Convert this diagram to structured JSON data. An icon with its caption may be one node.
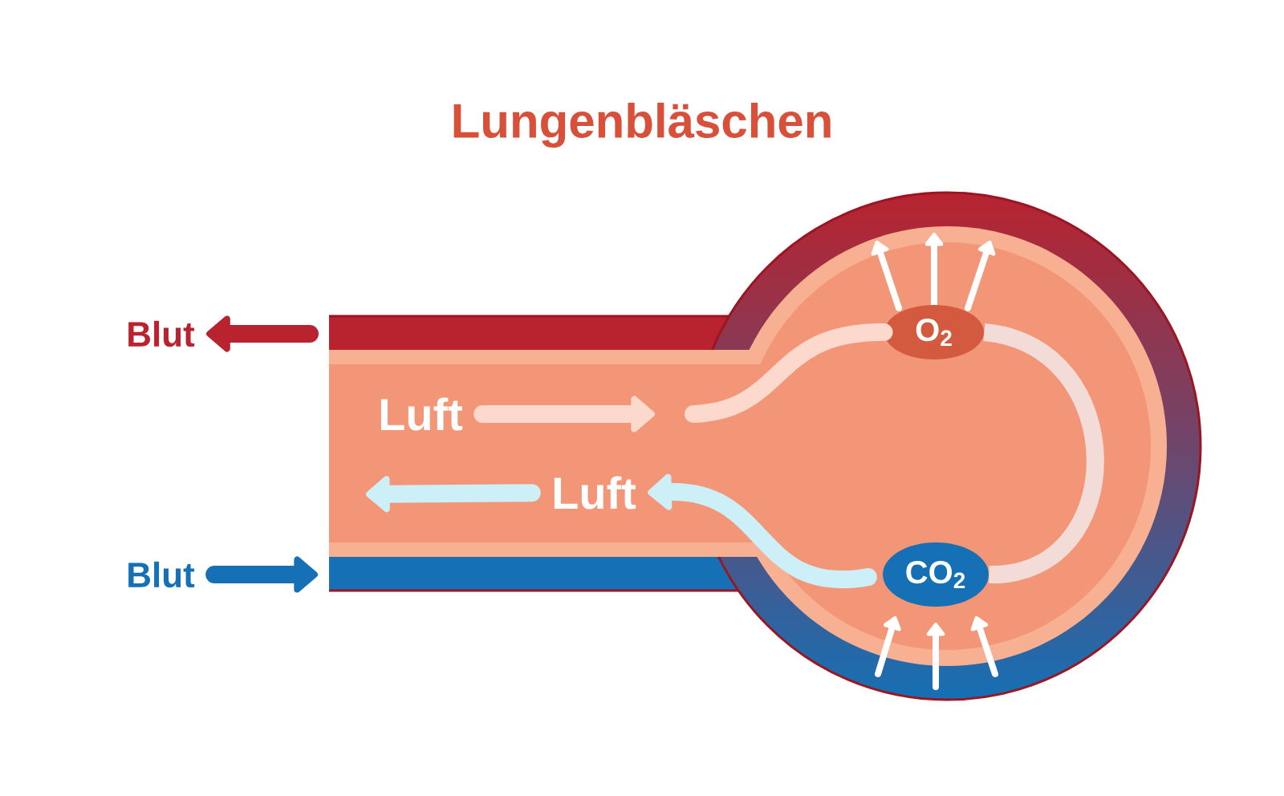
{
  "diagram": {
    "title": "Lungenbläschen",
    "nodes": [
      {
        "text": [
          "Blut"
        ]
      },
      {
        "text": [
          "Blut"
        ]
      },
      {
        "text": [
          "Luft"
        ]
      },
      {
        "text": [
          "Luft"
        ]
      },
      {
        "text": [
          "O$_{2}$"
        ]
      },
      {
        "text": [
          "CO$_{2}$"
        ]
      }
    ],
    "edges": [
      {
        "from": null,
        "to": 0,
        "arrow": "to",
        "color": "#b8232f"
      },
      {
        "from": 1,
        "to": null,
        "arrow": "to",
        "color": "#1570b5"
      },
      {
        "from": 2,
        "to": null,
        "arrow": "to",
        "color": "#fdd8cc"
      },
      {
        "from": 3,
        "to": null,
        "arrow": "to",
        "color": "#cdeff7"
      },
      {
        "from": null,
        "to": 4,
        "arrow": "none",
        "color": "#fdd8cc"
      },
      {
        "from": 4,
        "to": 5,
        "arrow": "none",
        "color": "#f3dcd8"
      },
      {
        "from": 5,
        "to": 3,
        "arrow": "to",
        "color": "#cdeff7"
      }
    ]
  }
}
